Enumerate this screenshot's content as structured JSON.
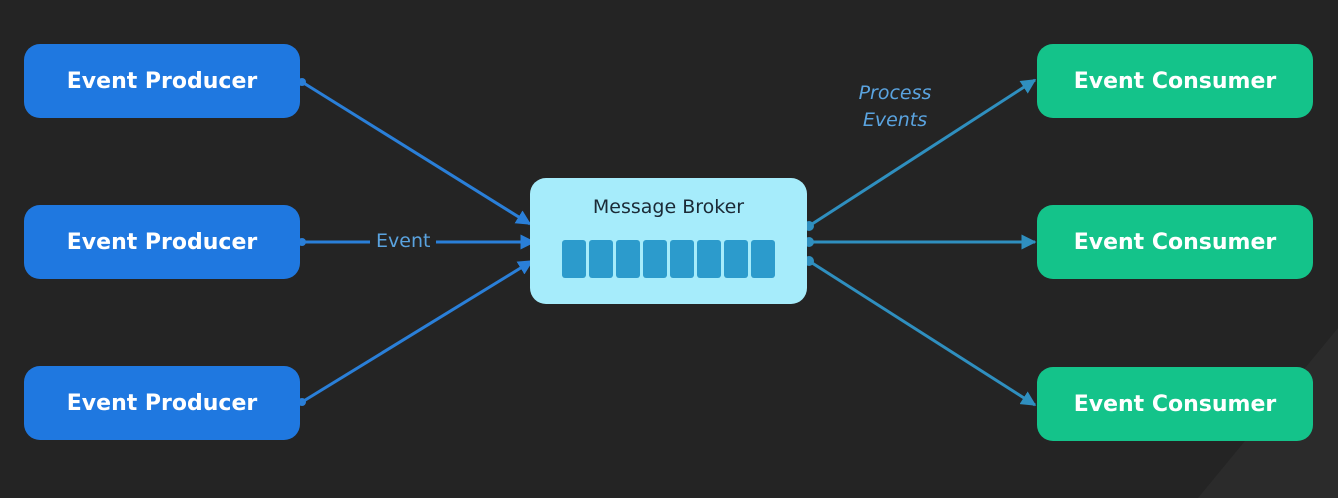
{
  "producers": [
    {
      "label": "Event Producer"
    },
    {
      "label": "Event Producer"
    },
    {
      "label": "Event Producer"
    }
  ],
  "broker": {
    "title": "Message Broker",
    "queue_slots": 8
  },
  "consumers": [
    {
      "label": "Event Consumer"
    },
    {
      "label": "Event Consumer"
    },
    {
      "label": "Event Consumer"
    }
  ],
  "labels": {
    "event": "Event",
    "process_line1": "Process",
    "process_line2": "Events"
  },
  "colors": {
    "background": "#242424",
    "producer": "#1f78e0",
    "consumer": "#14c38a",
    "broker": "#a6ecfb",
    "queue_slot": "#2c9bcc",
    "producer_arrow": "#2a7fd8",
    "consumer_arrow": "#2f8fbf",
    "label_text": "#5aa3df"
  }
}
